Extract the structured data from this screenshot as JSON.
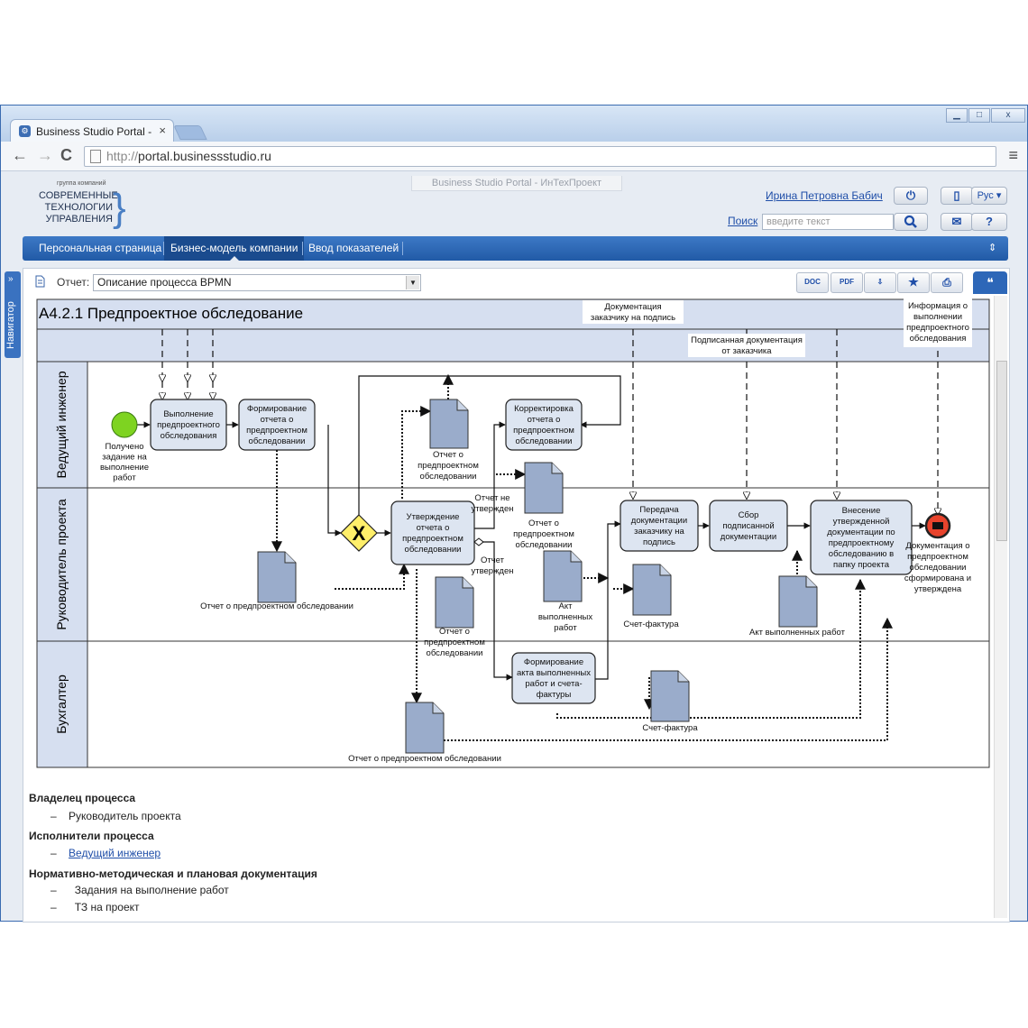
{
  "browser": {
    "tab_title": "Business Studio Portal - И",
    "tab_close": "×",
    "url_scheme": "http://",
    "url_host": "portal.businessstudio.ru",
    "window_controls": [
      "▁",
      "□",
      "x"
    ],
    "back": "←",
    "forward": "→",
    "reload": "C",
    "menu": "≡"
  },
  "header": {
    "logo_small": "группа компаний",
    "logo_lines": [
      "СОВРЕМЕННЫЕ",
      "ТЕХНОЛОГИИ",
      "УПРАВЛЕНИЯ"
    ],
    "portal_title": "Business Studio Portal - ИнТехПроект",
    "user_name": "Ирина Петровна Бабич",
    "search_label": "Поиск",
    "search_placeholder": "введите текст",
    "lang": "Рус ▾"
  },
  "menu": {
    "items": [
      "Персональная страница",
      "Бизнес-модель компании",
      "Ввод показателей"
    ],
    "active_index": 1,
    "collapse": "⇕"
  },
  "sidebar": {
    "navigator_label": "Навигатор",
    "toggle": "»"
  },
  "report_bar": {
    "label": "Отчет:",
    "selected": "Описание процесса BPMN",
    "buttons": [
      "DOC",
      "PDF",
      "",
      "★",
      ""
    ]
  },
  "diagram": {
    "title": "А4.2.1 Предпроектное обследование",
    "lanes": [
      "Ведущий инженер",
      "Руководитель проекта",
      "Бухгалтер"
    ],
    "tasks": [
      {
        "id": "t1",
        "lines": [
          "Выполнение",
          "предпроектного",
          "обследования"
        ]
      },
      {
        "id": "t2",
        "lines": [
          "Формирование",
          "отчета о",
          "предпроектном",
          "обследовании"
        ]
      },
      {
        "id": "t3",
        "lines": [
          "Корректировка",
          "отчета о",
          "предпроектном",
          "обследовании"
        ]
      },
      {
        "id": "t4",
        "lines": [
          "Утверждение",
          "отчета о",
          "предпроектном",
          "обследовании"
        ]
      },
      {
        "id": "t5",
        "lines": [
          "Передача",
          "документации",
          "заказчику на",
          "подпись"
        ]
      },
      {
        "id": "t6",
        "lines": [
          "Сбор",
          "подписанной",
          "документации"
        ]
      },
      {
        "id": "t7",
        "lines": [
          "Внесение",
          "утвержденной",
          "документации по",
          "предпроектному",
          "обследованию в",
          "папку проекта"
        ]
      },
      {
        "id": "t8",
        "lines": [
          "Формирование",
          "акта выполненных",
          "работ и счета-",
          "фактуры"
        ]
      }
    ],
    "start_event": [
      "Получено",
      "задание на",
      "выполнение",
      "работ"
    ],
    "end_event": [
      "Документация о",
      "предпроектном",
      "обследовании",
      "сформирована и",
      "утверждена"
    ],
    "gateway_symbol": "X",
    "condition_not_approved": [
      "Отчет не",
      "утвержден"
    ],
    "condition_approved": [
      "Отчет",
      "утвержден"
    ],
    "ext_labels": {
      "doc_to_client": [
        "Документация",
        "заказчику на подпись"
      ],
      "signed_docs": [
        "Подписанная документация",
        "от заказчика"
      ],
      "info_done": [
        "Информация о",
        "выполнении",
        "предпроектного",
        "обследования"
      ]
    },
    "docs": {
      "d1": [
        "Отчет о",
        "предпроектном",
        "обследовании"
      ],
      "d2": [
        "Отчет о",
        "предпроектном",
        "обследовании"
      ],
      "d3": [
        "Отчет о предпроектном обследовании"
      ],
      "d4": [
        "Отчет о",
        "предпроектном",
        "обследовании"
      ],
      "d5": [
        "Акт",
        "выполненных",
        "работ"
      ],
      "d6": [
        "Счет-фактура"
      ],
      "d7": [
        "Акт выполненных работ"
      ],
      "d8": [
        "Счет-фактура"
      ],
      "d9": [
        "Отчет о предпроектном обследовании"
      ]
    }
  },
  "details": {
    "owner_heading": "Владелец процесса",
    "owner_items": [
      "Руководитель проекта"
    ],
    "performers_heading": "Исполнители процесса",
    "performers_items": [
      "Ведущий инженер"
    ],
    "docs_heading": "Нормативно-методическая и плановая документация",
    "docs_items": [
      "Задания на выполнение работ",
      "ТЗ на проект"
    ],
    "bullet": "–"
  },
  "colors": {
    "accent": "#2d67b8",
    "task_fill": "#dde5f1",
    "doc_fill": "#9aaccb",
    "start_event": "#7ed321",
    "end_event": "#e8432c",
    "gateway": "#ffef6a",
    "lane_header": "#d6dff0"
  }
}
